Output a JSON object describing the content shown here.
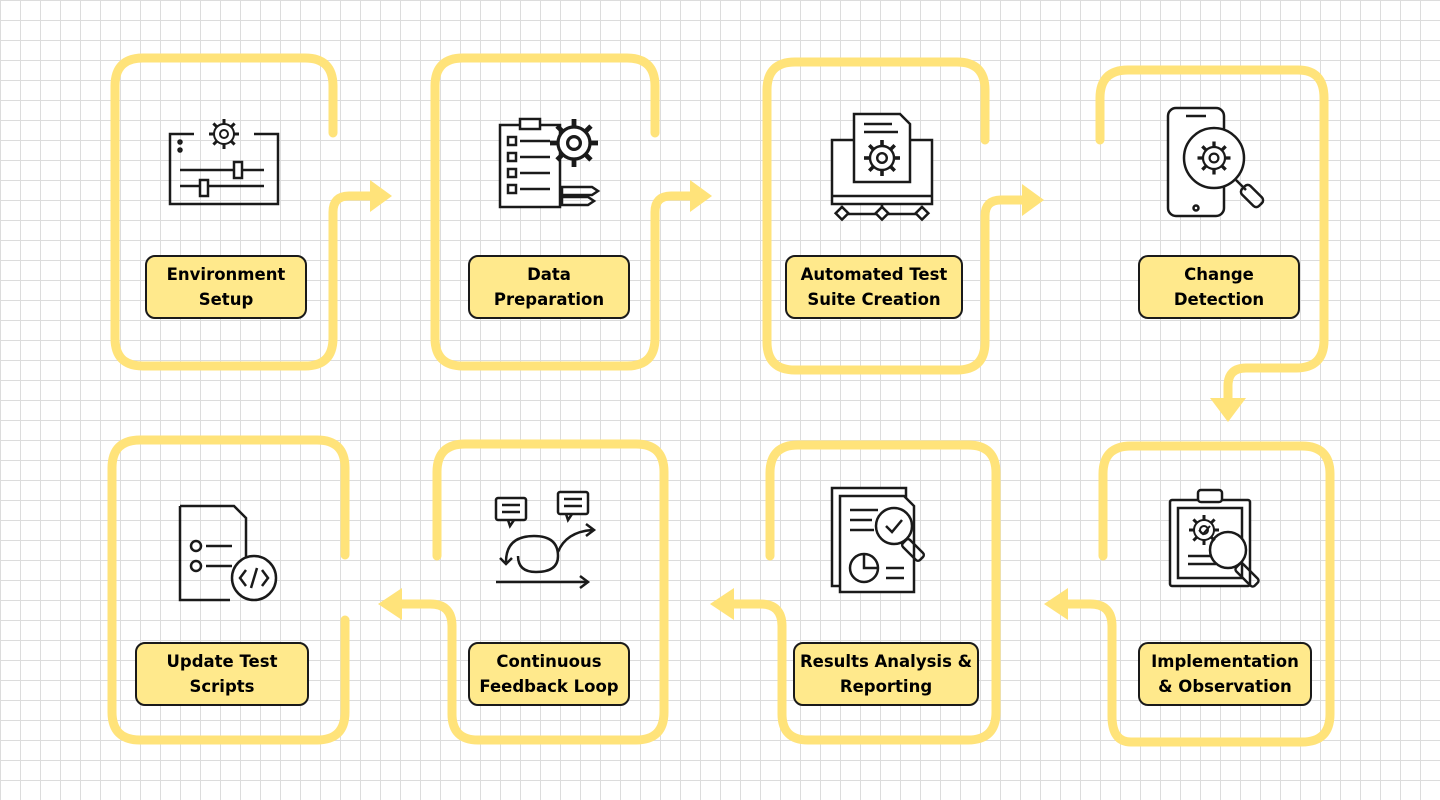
{
  "colors": {
    "accent": "#ffe37a",
    "label_fill": "#ffe98c",
    "ink": "#1a1a1a",
    "grid": "#dcdcdc"
  },
  "steps": [
    {
      "lines": [
        "Environment",
        "Setup"
      ],
      "icon": "settings-panel-icon"
    },
    {
      "lines": [
        "Data",
        "Preparation"
      ],
      "icon": "clipboard-gear-icon"
    },
    {
      "lines": [
        "Automated Test",
        "Suite Creation"
      ],
      "icon": "monitor-document-gear-icon"
    },
    {
      "lines": [
        "Change",
        "Detection"
      ],
      "icon": "phone-gear-search-icon"
    },
    {
      "lines": [
        "Implementation",
        "& Observation"
      ],
      "icon": "clipboard-search-icon"
    },
    {
      "lines": [
        "Results Analysis &",
        "Reporting"
      ],
      "icon": "report-magnifier-icon"
    },
    {
      "lines": [
        "Continuous",
        "Feedback Loop"
      ],
      "icon": "feedback-loop-arrows-icon"
    },
    {
      "lines": [
        "Update Test",
        "Scripts"
      ],
      "icon": "document-code-refresh-icon"
    }
  ]
}
